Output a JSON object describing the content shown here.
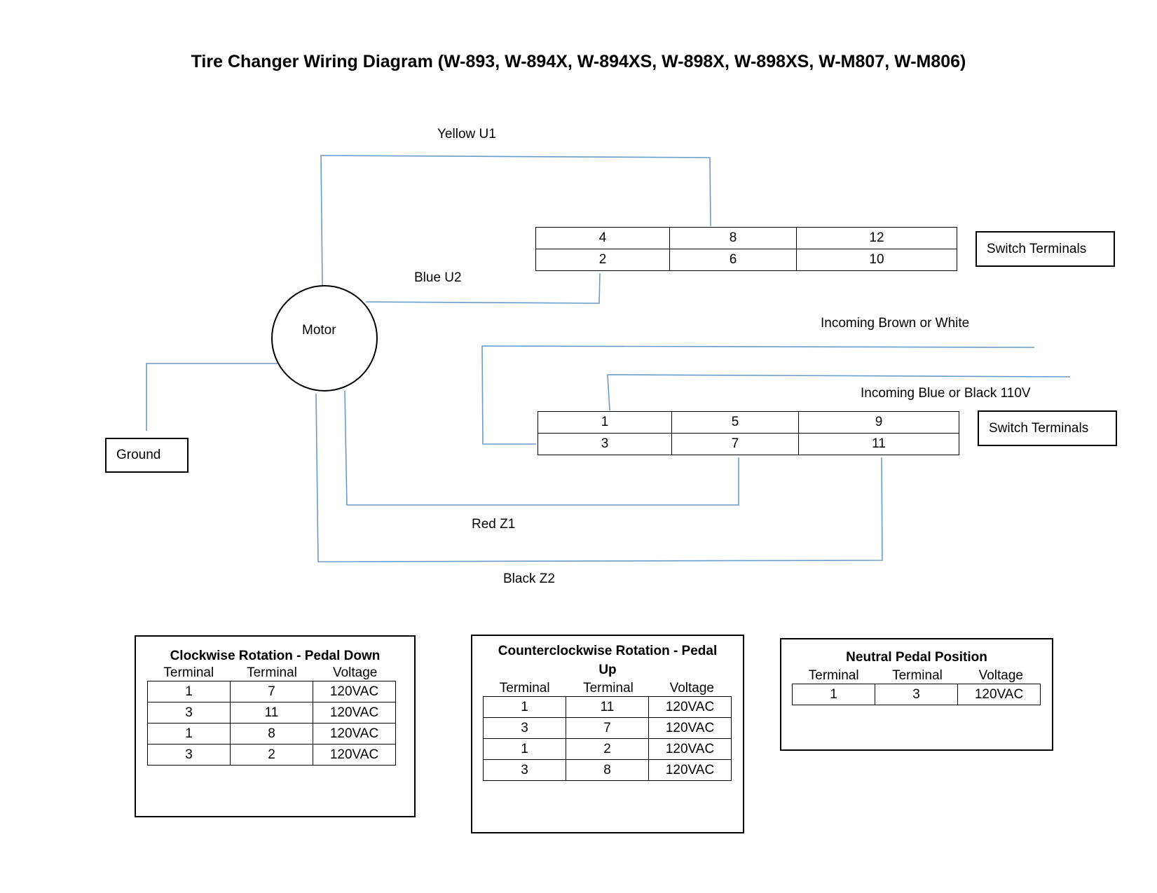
{
  "title": "Tire Changer Wiring Diagram (W-893, W-894X, W-894XS, W-898X, W-898XS, W-M807, W-M806)",
  "motor_label": "Motor",
  "ground_label": "Ground",
  "wire_color": "#6a9ccb",
  "wires": {
    "yellow": "Yellow U1",
    "blue": "Blue U2",
    "incoming_brown": "Incoming Brown or White",
    "incoming_blue": "Incoming Blue or Black 110V",
    "red": "Red Z1",
    "black": "Black Z2"
  },
  "upper_switch": {
    "label": "Switch Terminals",
    "rows": [
      [
        "4",
        "8",
        "12"
      ],
      [
        "2",
        "6",
        "10"
      ]
    ]
  },
  "lower_switch": {
    "label": "Switch Terminals",
    "rows": [
      [
        "1",
        "5",
        "9"
      ],
      [
        "3",
        "7",
        "11"
      ]
    ]
  },
  "tables": [
    {
      "title": "Clockwise Rotation - Pedal Down",
      "headers": [
        "Terminal",
        "Terminal",
        "Voltage"
      ],
      "rows": [
        [
          "1",
          "7",
          "120VAC"
        ],
        [
          "3",
          "11",
          "120VAC"
        ],
        [
          "1",
          "8",
          "120VAC"
        ],
        [
          "3",
          "2",
          "120VAC"
        ]
      ]
    },
    {
      "title": "Counterclockwise Rotation - Pedal Up",
      "headers": [
        "Terminal",
        "Terminal",
        "Voltage"
      ],
      "rows": [
        [
          "1",
          "11",
          "120VAC"
        ],
        [
          "3",
          "7",
          "120VAC"
        ],
        [
          "1",
          "2",
          "120VAC"
        ],
        [
          "3",
          "8",
          "120VAC"
        ]
      ]
    },
    {
      "title": "Neutral Pedal Position",
      "headers": [
        "Terminal",
        "Terminal",
        "Voltage"
      ],
      "rows": [
        [
          "1",
          "3",
          "120VAC"
        ]
      ]
    }
  ]
}
